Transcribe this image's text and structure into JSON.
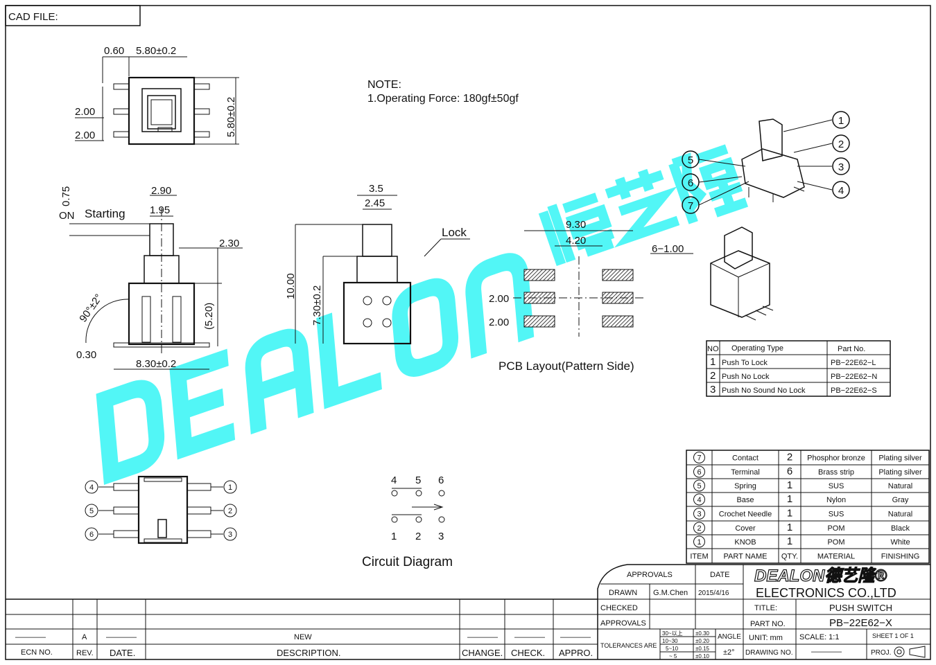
{
  "cad_file_label": "CAD  FILE:",
  "watermark": {
    "text": "DEALON",
    "cn": "德艺隆",
    "color": "#52f6f6"
  },
  "note": {
    "title": "NOTE:",
    "line1": "1.Operating  Force:  180gf±50gf"
  },
  "top_view": {
    "d1": "0.60",
    "d2": "5.80±0.2",
    "d3": "2.00",
    "d4": "2.00",
    "d5": "5.80±0.2"
  },
  "side_view": {
    "d1": "0.75",
    "on": "ON",
    "starting": "Starting",
    "d2": "2.90",
    "d3": "1.95",
    "d4": "2.30",
    "d5": "(5.20)",
    "angle": "90°±2°",
    "d6": "0.30",
    "d7": "8.30±0.2"
  },
  "front_view": {
    "d1": "3.5",
    "d2": "2.45",
    "lock": "Lock",
    "d3": "10.00",
    "d4": "7.30±0.2"
  },
  "pcb": {
    "d1": "9.30",
    "d2": "4.20",
    "d3": "6−1.00",
    "d4": "2.00",
    "d5": "2.00",
    "caption": "PCB  Layout(Pattern  Side)"
  },
  "callouts": [
    "1",
    "2",
    "3",
    "4",
    "5",
    "6",
    "7"
  ],
  "pin_labels": {
    "left": [
      "4",
      "5",
      "6"
    ],
    "right": [
      "1",
      "2",
      "3"
    ]
  },
  "circuit": {
    "top": [
      "4",
      "5",
      "6"
    ],
    "bottom": [
      "1",
      "2",
      "3"
    ],
    "caption": "Circuit  Diagram"
  },
  "operating_table": {
    "headers": [
      "NO.",
      "Operating  Type",
      "Part  No."
    ],
    "rows": [
      [
        "1",
        "Push  To  Lock",
        "PB−22E62−L"
      ],
      [
        "2",
        "Push  No  Lock",
        "PB−22E62−N"
      ],
      [
        "3",
        "Push  No  Sound  No  Lock",
        "PB−22E62−S"
      ]
    ]
  },
  "parts_table": {
    "rows": [
      [
        "7",
        "Contact",
        "2",
        "Phosphor  bronze",
        "Plating  silver"
      ],
      [
        "6",
        "Terminal",
        "6",
        "Brass  strip",
        "Plating  silver"
      ],
      [
        "5",
        "Spring",
        "1",
        "SUS",
        "Natural"
      ],
      [
        "4",
        "Base",
        "1",
        "Nylon",
        "Gray"
      ],
      [
        "3",
        "Crochet  Needle",
        "1",
        "SUS",
        "Natural"
      ],
      [
        "2",
        "Cover",
        "1",
        "POM",
        "Black"
      ],
      [
        "1",
        "KNOB",
        "1",
        "POM",
        "White"
      ]
    ],
    "headers": [
      "ITEM",
      "PART  NAME",
      "QTY.",
      "MATERIAL",
      "FINISHING"
    ]
  },
  "revision": {
    "values": [
      "————",
      "A",
      "————",
      "NEW",
      "————",
      "————",
      "————"
    ],
    "headers": [
      "ECN  NO.",
      "REV.",
      "DATE.",
      "DESCRIPTION.",
      "CHANGE.",
      "CHECK.",
      "APPRO."
    ]
  },
  "title_block": {
    "approvals": "APPROVALS",
    "date": "DATE",
    "drawn": "DRAWN",
    "drawn_by": "G.M.Chen",
    "drawn_date": "2015/4/16",
    "checked": "CHECKED",
    "approvals2": "APPROVALS",
    "logo": "DEALON德艺隆®",
    "company": "ELECTRONICS  CO.,LTD",
    "title_label": "TITLE:",
    "title": "PUSH  SWITCH",
    "part_label": "PART  NO.",
    "part_no": "PB−22E62−X",
    "tolerances": "TOLERANCES  ARE",
    "tol_ranges": [
      "30~以上",
      "10~30",
      "5~10",
      "~ 5"
    ],
    "tol_values": [
      "±0.30",
      "±0.20",
      "±0.15",
      "±0.10"
    ],
    "angle": "ANGLE",
    "angle_tol": "±2°",
    "unit": "UNIT:  mm",
    "scale": "SCALE:    1:1",
    "sheet": "SHEET    1  OF  1",
    "drawing_no": "DRAWING  NO.",
    "drawing_no_value": "————",
    "proj": "PROJ."
  }
}
